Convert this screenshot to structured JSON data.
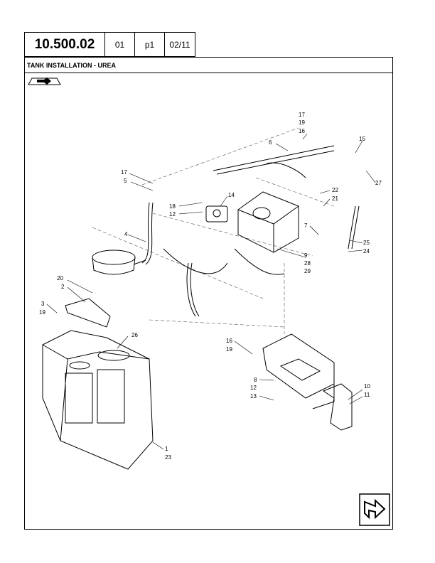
{
  "header": {
    "code": "10.500.02",
    "variant": "01",
    "page": "p1",
    "date": "02/11"
  },
  "title": "TANK INSTALLATION - UREA",
  "callouts": [
    {
      "label": "17"
    },
    {
      "label": "19"
    },
    {
      "label": "16"
    },
    {
      "label": "6"
    },
    {
      "label": "15"
    },
    {
      "label": "17"
    },
    {
      "label": "5"
    },
    {
      "label": "27"
    },
    {
      "label": "14"
    },
    {
      "label": "22"
    },
    {
      "label": "21"
    },
    {
      "label": "18"
    },
    {
      "label": "12"
    },
    {
      "label": "4"
    },
    {
      "label": "7"
    },
    {
      "label": "25"
    },
    {
      "label": "24"
    },
    {
      "label": "9"
    },
    {
      "label": "28"
    },
    {
      "label": "29"
    },
    {
      "label": "20"
    },
    {
      "label": "2"
    },
    {
      "label": "3"
    },
    {
      "label": "19"
    },
    {
      "label": "26"
    },
    {
      "label": "16"
    },
    {
      "label": "19"
    },
    {
      "label": "8"
    },
    {
      "label": "12"
    },
    {
      "label": "13"
    },
    {
      "label": "10"
    },
    {
      "label": "11"
    },
    {
      "label": "1"
    },
    {
      "label": "23"
    }
  ],
  "icons": {
    "top": "page-arrow-icon",
    "bottom": "next-page-icon"
  }
}
